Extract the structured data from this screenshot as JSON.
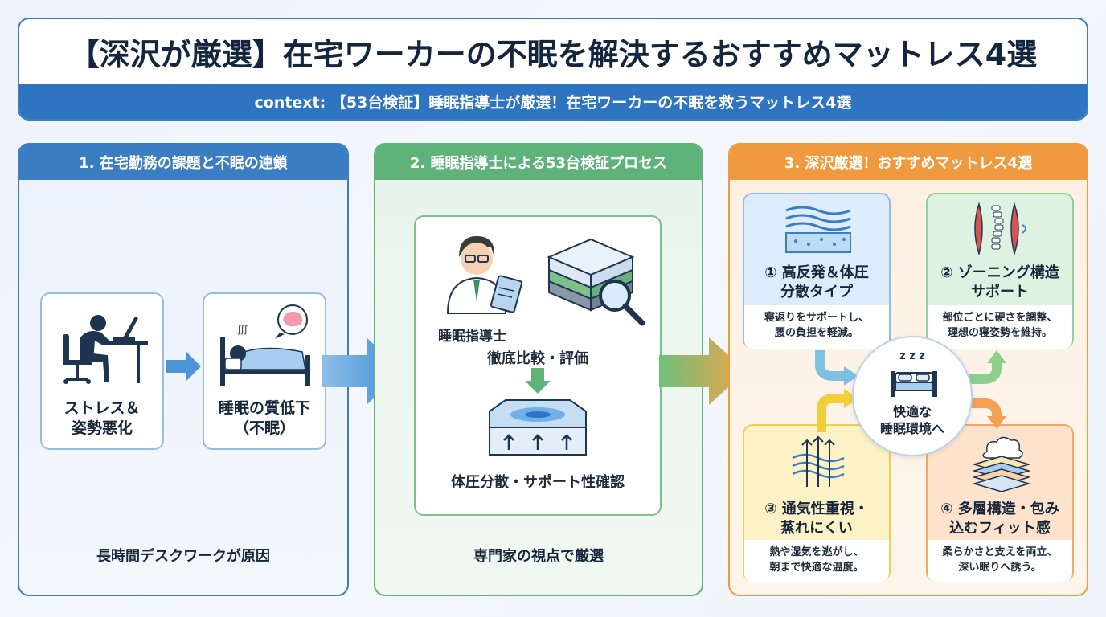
{
  "header": {
    "title": "【深沢が厳選】在宅ワーカーの不眠を解決するおすすめマットレス4選",
    "subtitle": "context: 【53台検証】睡眠指導士が厳選！在宅ワーカーの不眠を救うマットレス4選"
  },
  "panel1": {
    "heading": "1. 在宅勤務の課題と不眠の連鎖",
    "card1_line1": "ストレス＆",
    "card1_line2": "姿勢悪化",
    "card2_line1": "睡眠の質低下",
    "card2_line2": "（不眠）",
    "caption": "長時間デスクワークが原因"
  },
  "panel2": {
    "heading": "2. 睡眠指導士による53台検証プロセス",
    "expert_label": "睡眠指導士",
    "compare_label": "徹底比較・評価",
    "confirm_label": "体圧分散・サポート性確認",
    "caption": "専門家の視点で厳選"
  },
  "panel3": {
    "heading": "3. 深沢厳選！おすすめマットレス4選",
    "center_line1": "快適な",
    "center_line2": "睡眠環境へ",
    "zzz": "z z z",
    "items": [
      {
        "title1": "① 高反発＆体圧",
        "title2": "分散タイプ",
        "desc1": "寝返りをサポートし、",
        "desc2": "腰の負担を軽減。"
      },
      {
        "title1": "② ゾーニング構造",
        "title2": "サポート",
        "desc1": "部位ごとに硬さを調整、",
        "desc2": "理想の寝姿勢を維持。"
      },
      {
        "title1": "③ 通気性重視・",
        "title2": "蒸れにくい",
        "desc1": "熱や湿気を逃がし、",
        "desc2": "朝まで快適な温度。"
      },
      {
        "title1": "④ 多層構造・包み",
        "title2": "込むフィット感",
        "desc1": "柔らかさと支えを両立、",
        "desc2": "深い眠りへ誘う。"
      }
    ]
  },
  "colors": {
    "blue": "#3b7dc2",
    "green": "#5fb27a",
    "orange": "#ef9a3f"
  }
}
